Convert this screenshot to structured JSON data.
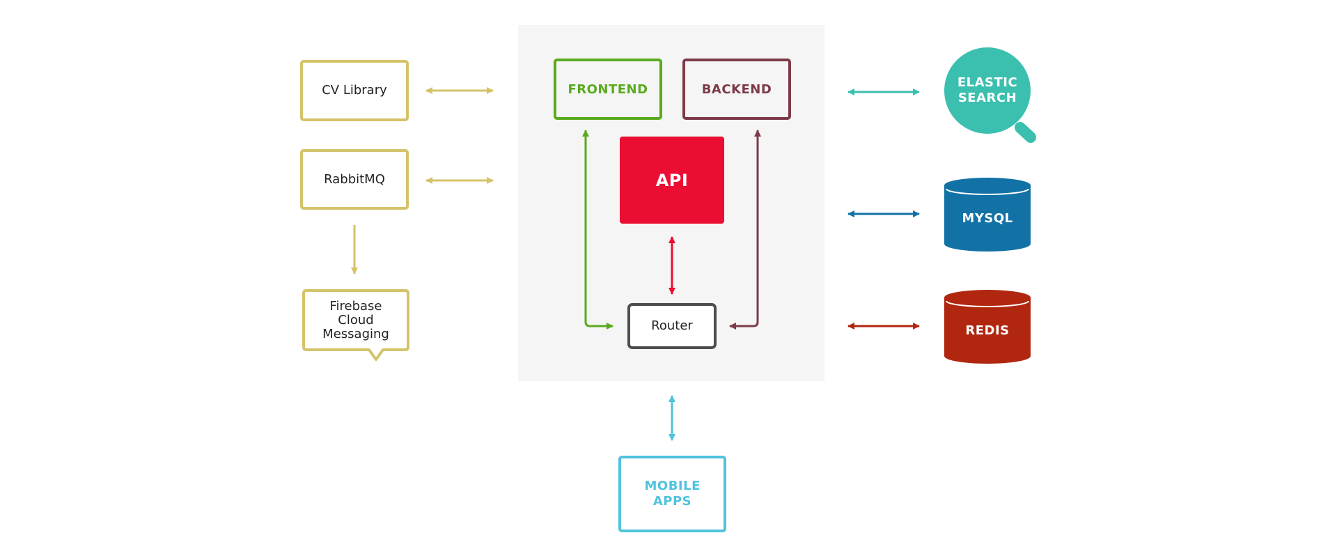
{
  "left_services": {
    "cv_library": "CV Library",
    "rabbitmq": "RabbitMQ",
    "firebase": "Firebase Cloud Messaging"
  },
  "core": {
    "frontend": "FRONTEND",
    "backend": "BACKEND",
    "api": "API",
    "router": "Router"
  },
  "datastores": {
    "elastic_search": "ELASTIC SEARCH",
    "mysql": "MYSQL",
    "redis": "REDIS"
  },
  "clients": {
    "mobile_apps": "MOBILE APPS"
  },
  "colors": {
    "services_yellow": "#d4c36a",
    "frontend_green": "#5aaa1e",
    "backend_maroon": "#7d3a48",
    "api_red": "#eb0e32",
    "router_gray": "#4d4d4d",
    "elastic_teal": "#3bbfae",
    "mysql_blue": "#1272a6",
    "redis_red": "#b0260f",
    "mobile_cyan": "#50c3dd",
    "core_background": "#f4f5f4"
  }
}
